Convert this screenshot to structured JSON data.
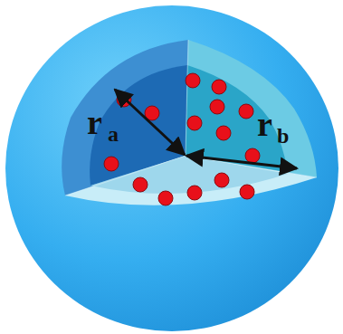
{
  "diagram": {
    "labels": [
      "r",
      "a",
      "r",
      "b"
    ]
  }
}
